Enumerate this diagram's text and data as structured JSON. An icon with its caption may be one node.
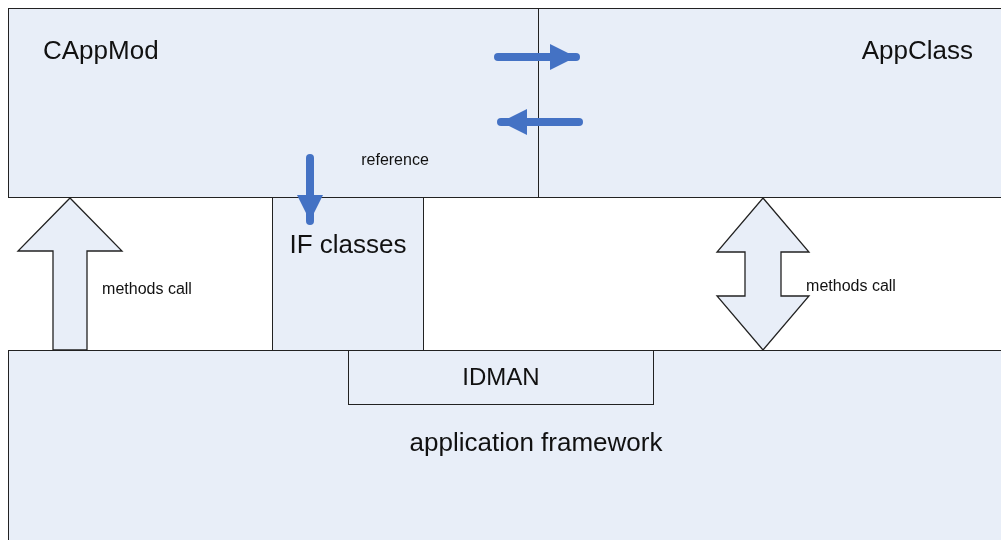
{
  "diagram": {
    "nodes": [
      {
        "text": [
          "CAppMod"
        ]
      },
      {
        "text": [
          "AppClass"
        ]
      },
      {
        "text": [
          "IF classes"
        ]
      },
      {
        "text": [
          "application framework"
        ]
      },
      {
        "text": [
          "IDMAN"
        ],
        "in": 3
      }
    ],
    "edges": [
      {
        "from": 0,
        "to": 1,
        "arrow": "to"
      },
      {
        "from": 1,
        "to": 0,
        "arrow": "to"
      },
      {
        "from": 0,
        "to": 2,
        "arrow": "to",
        "label": "reference"
      },
      {
        "from": 3,
        "to": 0,
        "arrow": "to",
        "label": "methods call",
        "style": "thick",
        "color": "#222222"
      },
      {
        "from": 1,
        "to": 3,
        "arrow": "both",
        "label": "methods call",
        "style": "thick",
        "color": "#222222"
      }
    ]
  }
}
